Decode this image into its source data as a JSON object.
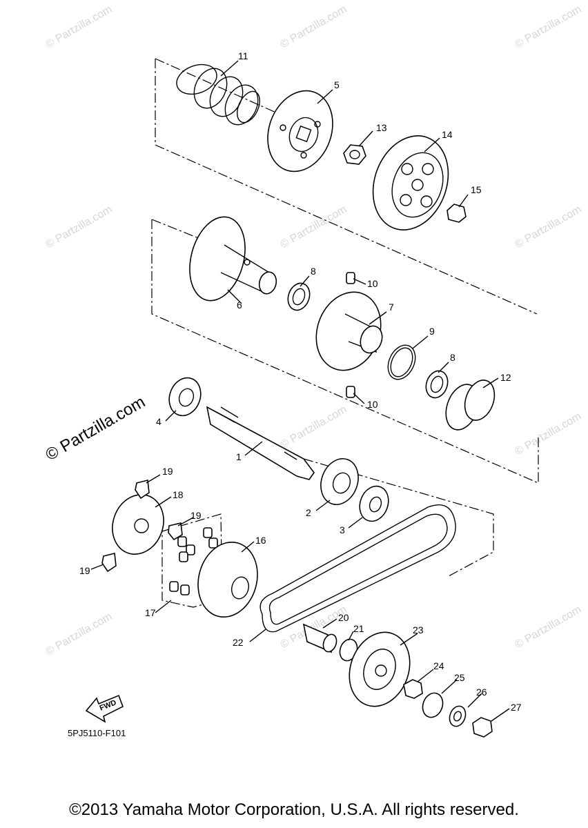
{
  "watermark": {
    "text": "© Partzilla.com"
  },
  "diagram_code": "5PJ5110-F101",
  "fwd_label": "FWD",
  "copyright": "©2013 Yamaha Motor Corporation, U.S.A. All rights reserved.",
  "callouts": {
    "c1": "1",
    "c2": "2",
    "c3": "3",
    "c4": "4",
    "c5": "5",
    "c6": "6",
    "c7": "7",
    "c8a": "8",
    "c8b": "8",
    "c9": "9",
    "c10a": "10",
    "c10b": "10",
    "c11": "11",
    "c12": "12",
    "c13": "13",
    "c14": "14",
    "c15": "15",
    "c16": "16",
    "c17": "17",
    "c18": "18",
    "c19a": "19",
    "c19b": "19",
    "c19c": "19",
    "c20": "20",
    "c21": "21",
    "c22": "22",
    "c23": "23",
    "c24": "24",
    "c25": "25",
    "c26": "26",
    "c27": "27"
  }
}
